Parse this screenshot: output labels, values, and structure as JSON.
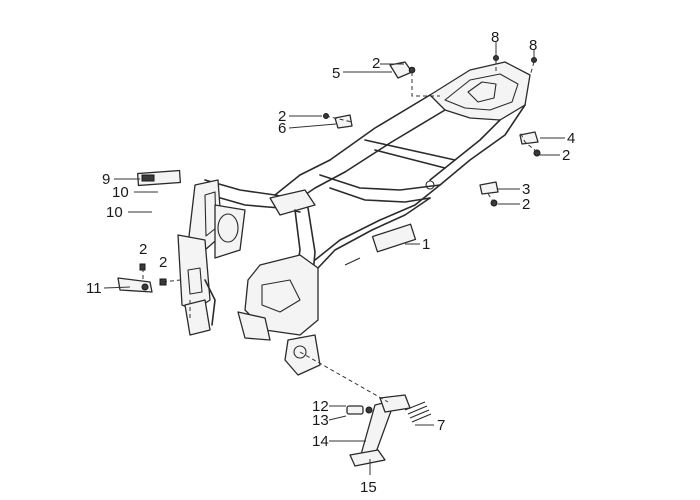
{
  "diagram": {
    "callouts": {
      "c1": "1",
      "c2a": "2",
      "c2b": "2",
      "c2c": "2",
      "c2d": "2",
      "c2e": "2",
      "c2f": "2",
      "c3": "3",
      "c4": "4",
      "c5": "5",
      "c6": "6",
      "c7": "7",
      "c8a": "8",
      "c8b": "8",
      "c9": "9",
      "c10a": "10",
      "c10b": "10",
      "c11": "11",
      "c12": "12",
      "c13": "13",
      "c14": "14",
      "c15": "15"
    }
  },
  "colors": {
    "line": "#2b2b2b",
    "background": "#ffffff"
  }
}
